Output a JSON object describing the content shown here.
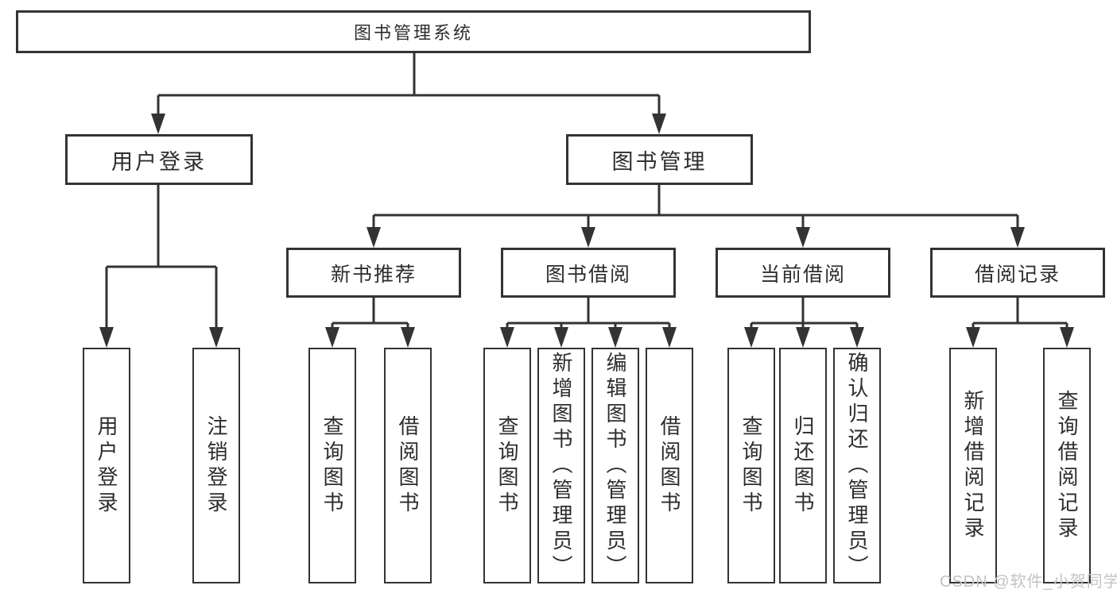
{
  "diagram": {
    "type": "tree",
    "root": {
      "label": "图书管理系统"
    },
    "level2": [
      {
        "label": "用户登录"
      },
      {
        "label": "图书管理"
      }
    ],
    "level3": [
      {
        "label": "新书推荐",
        "parent": "图书管理"
      },
      {
        "label": "图书借阅",
        "parent": "图书管理"
      },
      {
        "label": "当前借阅",
        "parent": "图书管理"
      },
      {
        "label": "借阅记录",
        "parent": "图书管理"
      }
    ],
    "leaves": [
      {
        "label": "用户登录",
        "parent": "用户登录"
      },
      {
        "label": "注销登录",
        "parent": "用户登录"
      },
      {
        "label": "查询图书",
        "parent": "新书推荐"
      },
      {
        "label": "借阅图书",
        "parent": "新书推荐"
      },
      {
        "label": "查询图书",
        "parent": "图书借阅"
      },
      {
        "label": "新增图书（管理员）",
        "parent": "图书借阅"
      },
      {
        "label": "编辑图书（管理员）",
        "parent": "图书借阅"
      },
      {
        "label": "借阅图书",
        "parent": "图书借阅"
      },
      {
        "label": "查询图书",
        "parent": "当前借阅"
      },
      {
        "label": "归还图书",
        "parent": "当前借阅"
      },
      {
        "label": "确认归还（管理员）",
        "parent": "当前借阅"
      },
      {
        "label": "新增借阅记录",
        "parent": "借阅记录"
      },
      {
        "label": "查询借阅记录",
        "parent": "借阅记录"
      }
    ],
    "watermark": "CSDN @软件_小贺同学",
    "colors": {
      "line": "#333333",
      "text": "#2d2d2d",
      "box_fill": "#ffffff",
      "watermark": "#c3c3c3",
      "background": "#ffffff"
    }
  }
}
